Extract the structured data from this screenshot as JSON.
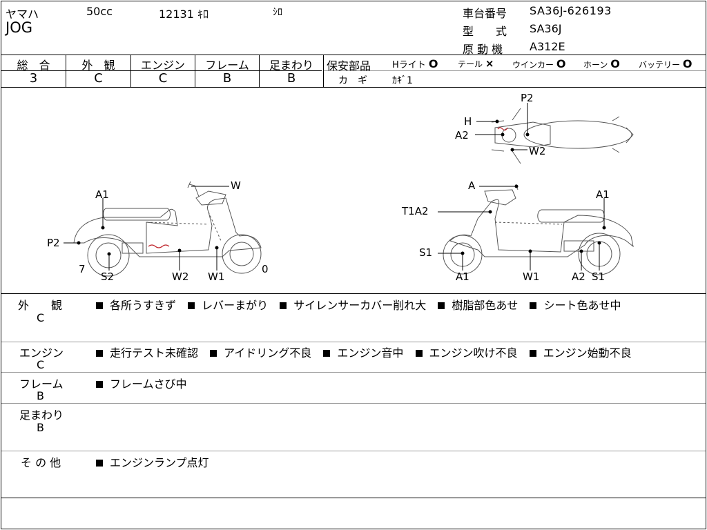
{
  "header": {
    "maker": "ヤマハ",
    "displacement": "50cc",
    "mileage": "12131 ｷﾛ",
    "color": "ｼﾛ",
    "model": "JOG",
    "frame_no_label": "車台番号",
    "frame_no": "SA36J-626193",
    "type_label": "型　　式",
    "type_value": "SA36J",
    "engine_label": "原 動 機",
    "engine_value": "A312E"
  },
  "grades": {
    "headers": [
      "総　合",
      "外　観",
      "エンジン",
      "フレーム",
      "足まわり"
    ],
    "values": [
      "3",
      "C",
      "C",
      "B",
      "B"
    ]
  },
  "safety": {
    "label": "保安部品",
    "items": [
      {
        "name": "Hライト",
        "mark": "O"
      },
      {
        "name": "テール",
        "mark": "×"
      },
      {
        "name": "ウインカー",
        "mark": "O"
      },
      {
        "name": "ホーン",
        "mark": "O"
      },
      {
        "name": "バッテリー",
        "mark": "O"
      }
    ],
    "key_label": "カ　ギ",
    "key_value": "ｶｷﾞ1"
  },
  "diagram_labels": {
    "left": {
      "w": "W",
      "a1": "A1",
      "p2": "P2",
      "seven": "7",
      "s2": "S2",
      "w2": "W2",
      "w1": "W1",
      "zero": "0"
    },
    "right": {
      "a": "A",
      "a1": "A1",
      "t1a2": "T1A2",
      "s1": "S1",
      "a1b": "A1",
      "w1": "W1",
      "a2": "A2",
      "s1b": "S1"
    },
    "top": {
      "p2": "P2",
      "h": "H",
      "a2": "A2",
      "w2": "W2"
    }
  },
  "sections": [
    {
      "title": "外　　観",
      "grade": "C",
      "items": [
        "各所うすきず",
        "レバーまがり",
        "サイレンサーカバー削れ大",
        "樹脂部色あせ",
        "シート色あせ中"
      ]
    },
    {
      "title": "エンジン",
      "grade": "C",
      "items": [
        "走行テスト未確認",
        "アイドリング不良",
        "エンジン音中",
        "エンジン吹け不良",
        "エンジン始動不良"
      ]
    },
    {
      "title": "フレーム",
      "grade": "B",
      "items": [
        "フレームさび中"
      ]
    },
    {
      "title": "足まわり",
      "grade": "B",
      "items": []
    },
    {
      "title": "そ の 他",
      "grade": "",
      "items": [
        "エンジンランプ点灯"
      ]
    }
  ],
  "colors": {
    "damage": "#c0262d"
  }
}
